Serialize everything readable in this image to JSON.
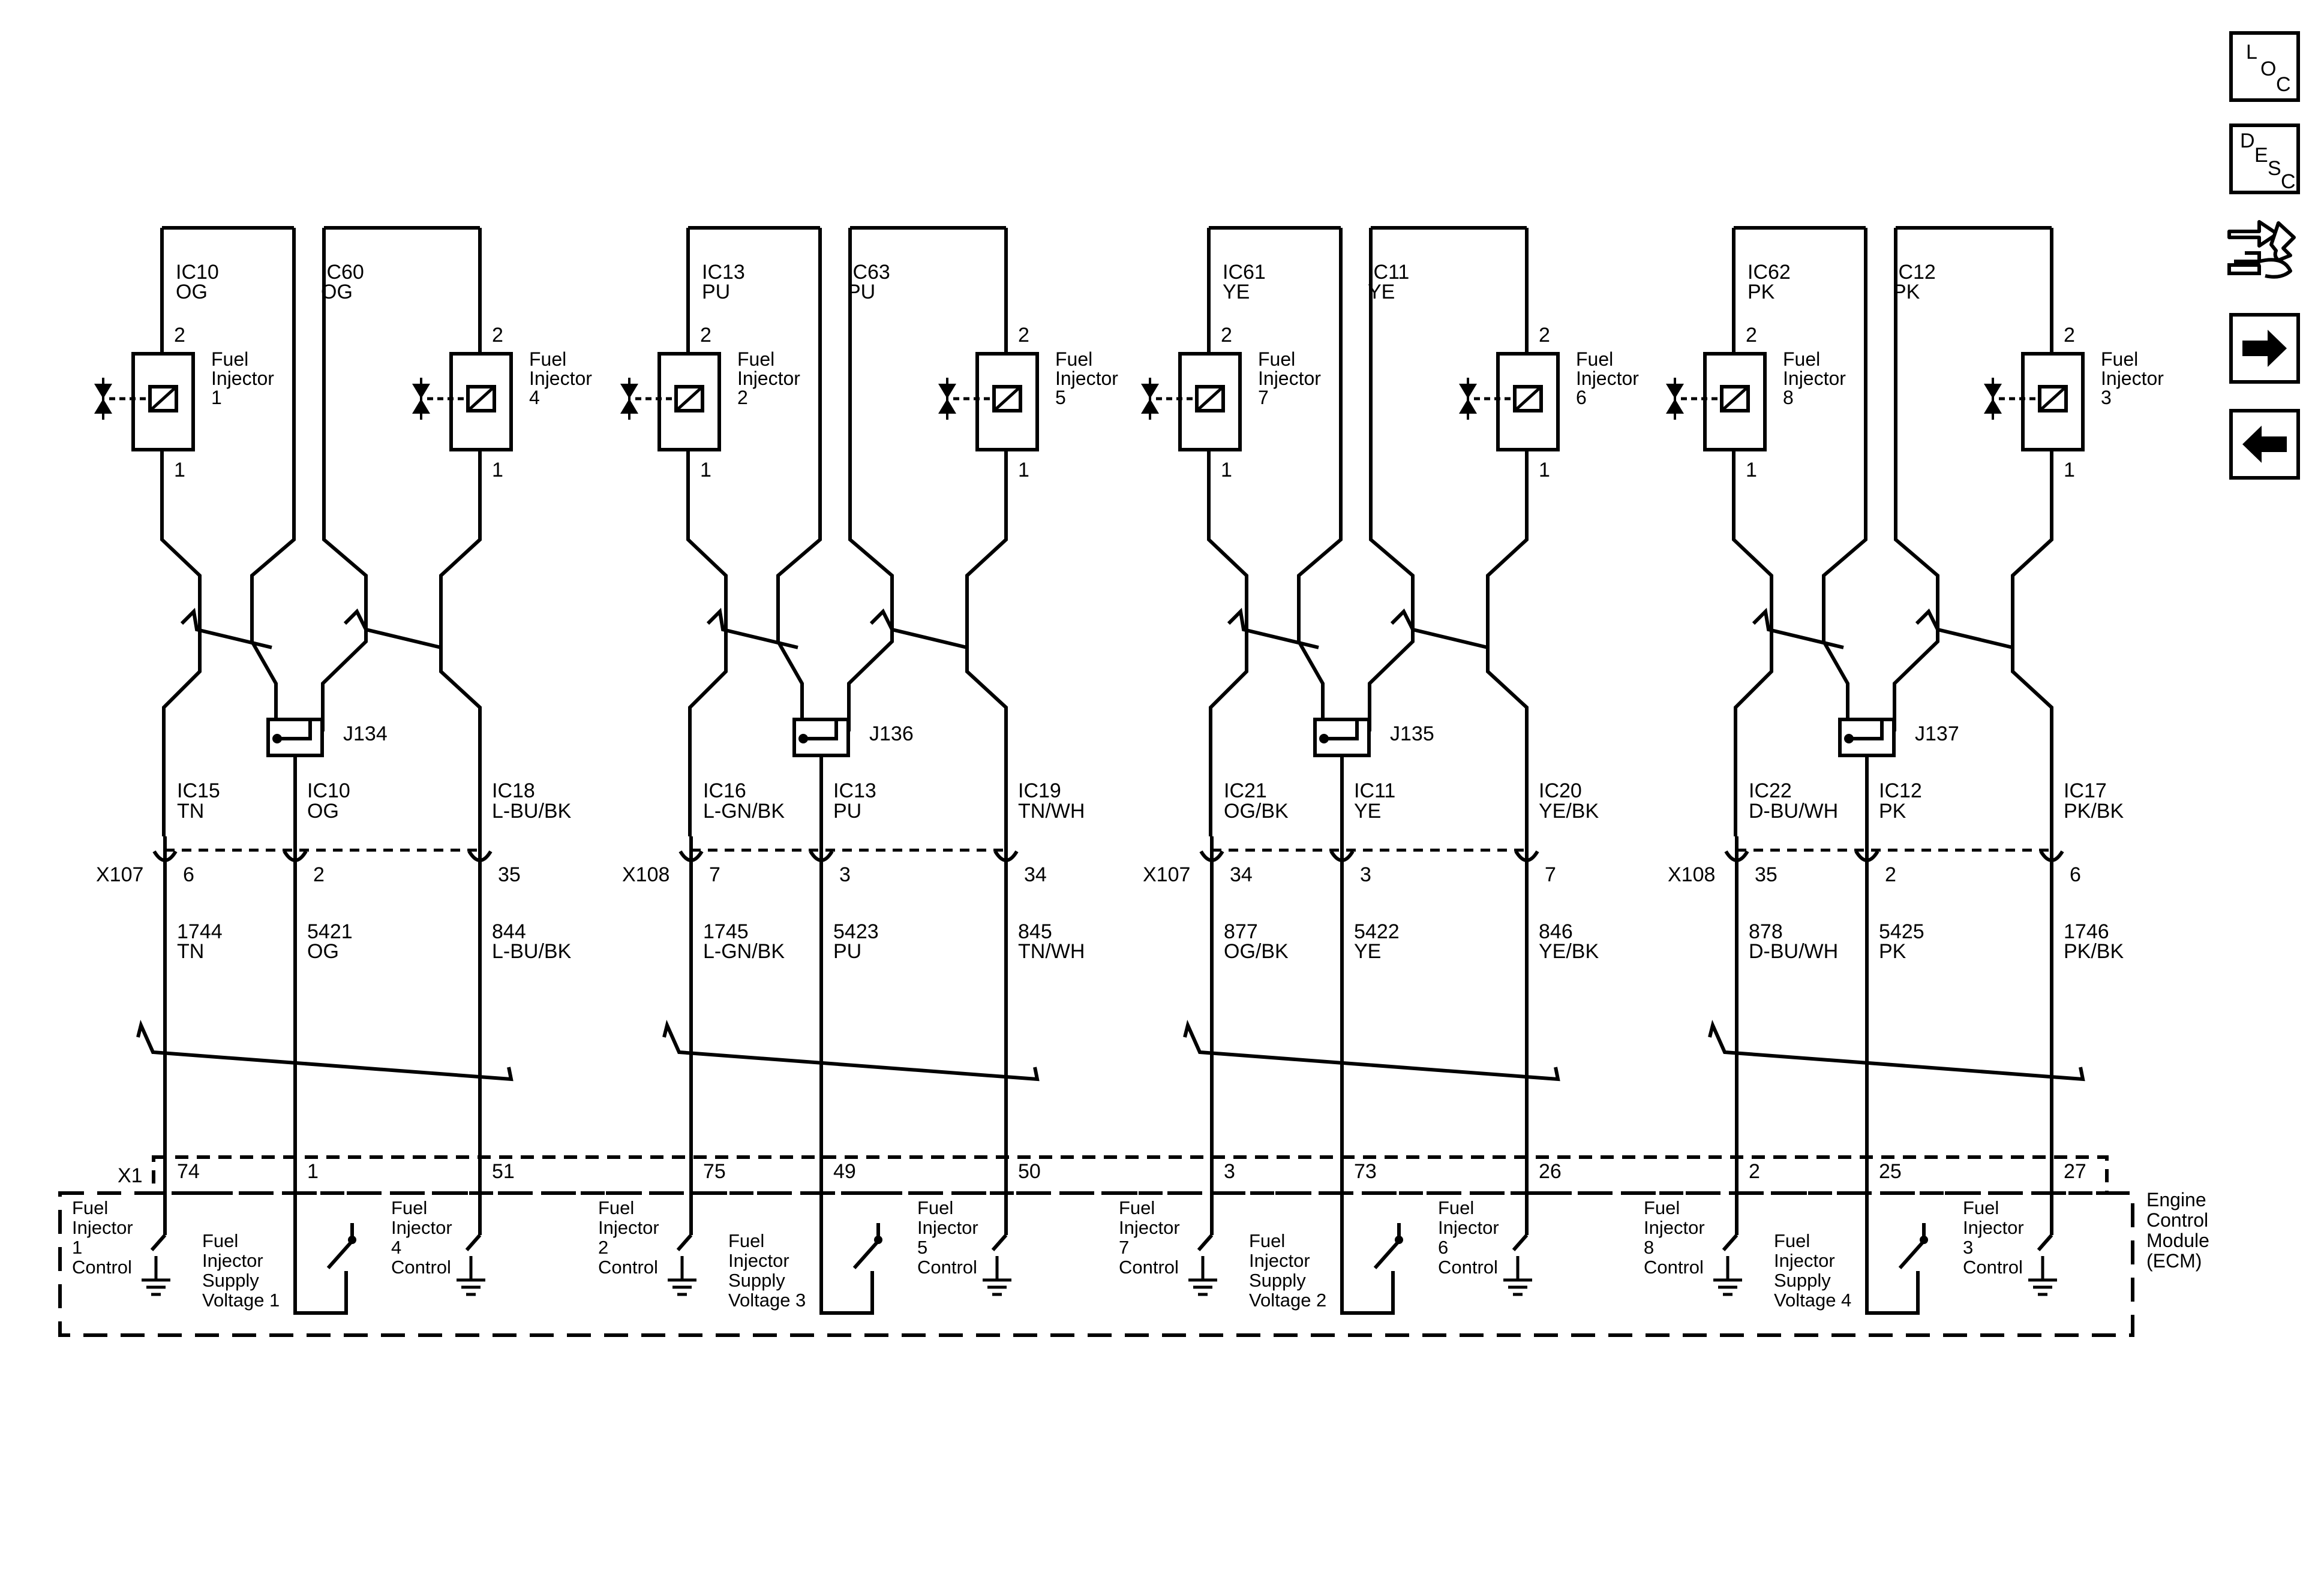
{
  "nav": {
    "loc": [
      "L",
      "O",
      "C"
    ],
    "desc": [
      "D",
      "E",
      "S",
      "C"
    ]
  },
  "connectors": {
    "x107": "X107",
    "x108": "X108",
    "x1": "X1"
  },
  "module": [
    "Engine",
    "Control",
    "Module",
    "(ECM)"
  ],
  "groups": [
    {
      "splice": "J134",
      "inline_connector": "X107",
      "injectors": [
        {
          "name": [
            "Fuel",
            "Injector",
            "1"
          ],
          "pin_top": "2",
          "pin_bottom": "1",
          "circuit": "IC10",
          "color": "OG"
        },
        {
          "name": [
            "Fuel",
            "Injector",
            "4"
          ],
          "pin_top": "2",
          "pin_bottom": "1",
          "circuit": "IC60",
          "color": "OG"
        }
      ],
      "wires": [
        {
          "circuit": "IC15",
          "color": "TN",
          "pin": "6",
          "number": "1744",
          "color2": "TN",
          "ecm_pin": "74"
        },
        {
          "circuit": "IC10",
          "color": "OG",
          "pin": "2",
          "number": "5421",
          "color2": "OG",
          "ecm_pin": "1"
        },
        {
          "circuit": "IC18",
          "color": "L-BU/BK",
          "pin": "35",
          "number": "844",
          "color2": "L-BU/BK",
          "ecm_pin": "51"
        }
      ],
      "ecm": {
        "left": [
          "Fuel",
          "Injector",
          "1",
          "Control"
        ],
        "supply": [
          "Fuel",
          "Injector",
          "Supply",
          "Voltage 1"
        ],
        "right": [
          "Fuel",
          "Injector",
          "4",
          "Control"
        ]
      }
    },
    {
      "splice": "J136",
      "inline_connector": "X108",
      "injectors": [
        {
          "name": [
            "Fuel",
            "Injector",
            "2"
          ],
          "pin_top": "2",
          "pin_bottom": "1",
          "circuit": "IC13",
          "color": "PU"
        },
        {
          "name": [
            "Fuel",
            "Injector",
            "5"
          ],
          "pin_top": "2",
          "pin_bottom": "1",
          "circuit": "IC63",
          "color": "PU"
        }
      ],
      "wires": [
        {
          "circuit": "IC16",
          "color": "L-GN/BK",
          "pin": "7",
          "number": "1745",
          "color2": "L-GN/BK",
          "ecm_pin": "75"
        },
        {
          "circuit": "IC13",
          "color": "PU",
          "pin": "3",
          "number": "5423",
          "color2": "PU",
          "ecm_pin": "49"
        },
        {
          "circuit": "IC19",
          "color": "TN/WH",
          "pin": "34",
          "number": "845",
          "color2": "TN/WH",
          "ecm_pin": "50"
        }
      ],
      "ecm": {
        "left": [
          "Fuel",
          "Injector",
          "2",
          "Control"
        ],
        "supply": [
          "Fuel",
          "Injector",
          "Supply",
          "Voltage 3"
        ],
        "right": [
          "Fuel",
          "Injector",
          "5",
          "Control"
        ]
      }
    },
    {
      "splice": "J135",
      "inline_connector": "X107",
      "injectors": [
        {
          "name": [
            "Fuel",
            "Injector",
            "7"
          ],
          "pin_top": "2",
          "pin_bottom": "1",
          "circuit": "IC61",
          "color": "YE"
        },
        {
          "name": [
            "Fuel",
            "Injector",
            "6"
          ],
          "pin_top": "2",
          "pin_bottom": "1",
          "circuit": "IC11",
          "color": "YE"
        }
      ],
      "wires": [
        {
          "circuit": "IC21",
          "color": "OG/BK",
          "pin": "34",
          "number": "877",
          "color2": "OG/BK",
          "ecm_pin": "3"
        },
        {
          "circuit": "IC11",
          "color": "YE",
          "pin": "3",
          "number": "5422",
          "color2": "YE",
          "ecm_pin": "73"
        },
        {
          "circuit": "IC20",
          "color": "YE/BK",
          "pin": "7",
          "number": "846",
          "color2": "YE/BK",
          "ecm_pin": "26"
        }
      ],
      "ecm": {
        "left": [
          "Fuel",
          "Injector",
          "7",
          "Control"
        ],
        "supply": [
          "Fuel",
          "Injector",
          "Supply",
          "Voltage 2"
        ],
        "right": [
          "Fuel",
          "Injector",
          "6",
          "Control"
        ]
      }
    },
    {
      "splice": "J137",
      "inline_connector": "X108",
      "injectors": [
        {
          "name": [
            "Fuel",
            "Injector",
            "8"
          ],
          "pin_top": "2",
          "pin_bottom": "1",
          "circuit": "IC62",
          "color": "PK"
        },
        {
          "name": [
            "Fuel",
            "Injector",
            "3"
          ],
          "pin_top": "2",
          "pin_bottom": "1",
          "circuit": "IC12",
          "color": "PK"
        }
      ],
      "wires": [
        {
          "circuit": "IC22",
          "color": "D-BU/WH",
          "pin": "35",
          "number": "878",
          "color2": "D-BU/WH",
          "ecm_pin": "2"
        },
        {
          "circuit": "IC12",
          "color": "PK",
          "pin": "2",
          "number": "5425",
          "color2": "PK",
          "ecm_pin": "25"
        },
        {
          "circuit": "IC17",
          "color": "PK/BK",
          "pin": "6",
          "number": "1746",
          "color2": "PK/BK",
          "ecm_pin": "27"
        }
      ],
      "ecm": {
        "left": [
          "Fuel",
          "Injector",
          "8",
          "Control"
        ],
        "supply": [
          "Fuel",
          "Injector",
          "Supply",
          "Voltage 4"
        ],
        "right": [
          "Fuel",
          "Injector",
          "3",
          "Control"
        ]
      }
    }
  ]
}
